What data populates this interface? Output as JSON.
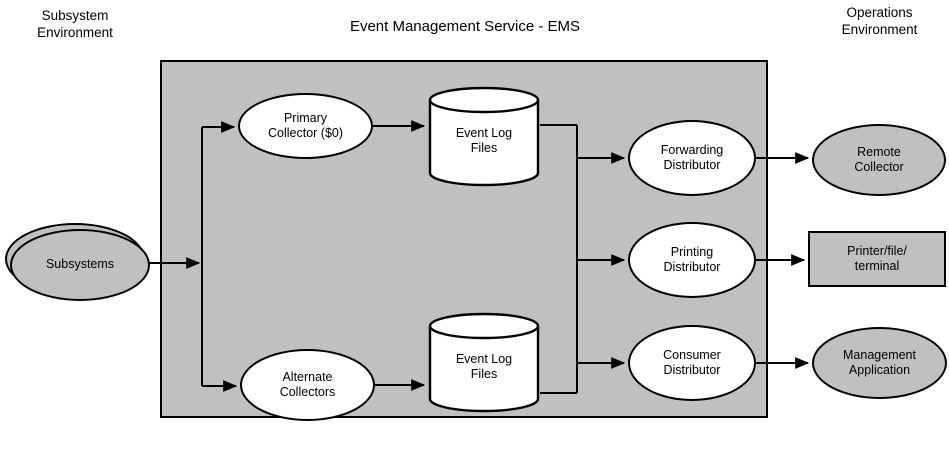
{
  "title": "Event Management Service - EMS",
  "environments": {
    "left": "Subsystem\nEnvironment",
    "right": "Operations\nEnvironment"
  },
  "nodes": {
    "subsystems": {
      "label": "Subsystems"
    },
    "primary_collector": {
      "label": "Primary\nCollector ($0)"
    },
    "alternate_collectors": {
      "label": "Alternate\nCollectors"
    },
    "event_log_files_top": {
      "label": "Event Log\nFiles"
    },
    "event_log_files_bottom": {
      "label": "Event Log\nFiles"
    },
    "forwarding_distributor": {
      "label": "Forwarding\nDistributor"
    },
    "printing_distributor": {
      "label": "Printing\nDistributor"
    },
    "consumer_distributor": {
      "label": "Consumer\nDistributor"
    },
    "remote_collector": {
      "label": "Remote\nCollector"
    },
    "printer_file_terminal": {
      "label": "Printer/file/\nterminal"
    },
    "management_application": {
      "label": "Management\nApplication"
    }
  },
  "colors": {
    "container_fill": "#c0c0c0",
    "node_fill_white": "#ffffff",
    "node_fill_gray": "#c0c0c0",
    "line": "#000000",
    "background": "#ffffff"
  }
}
